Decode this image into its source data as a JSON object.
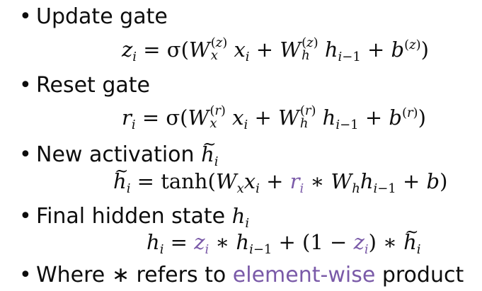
{
  "bullets": [
    {
      "label": "Update gate"
    },
    {
      "label": "Reset gate"
    },
    {
      "label": "New activation"
    },
    {
      "label": "Final hidden state"
    },
    {
      "label_prefix": "Where ",
      "label_star": "∗",
      "label_mid": " refers to ",
      "label_highlight": "element-wise",
      "label_suffix": " product"
    }
  ],
  "symbols": {
    "bullet_char": "•",
    "sigma": "σ",
    "tanh": "tanh",
    "minus": "−",
    "star": "∗",
    "plus": "+",
    "equals": "="
  },
  "colors": {
    "text": "#0d0d0d",
    "highlight": "#7a5aa8",
    "background": "#ffffff"
  }
}
